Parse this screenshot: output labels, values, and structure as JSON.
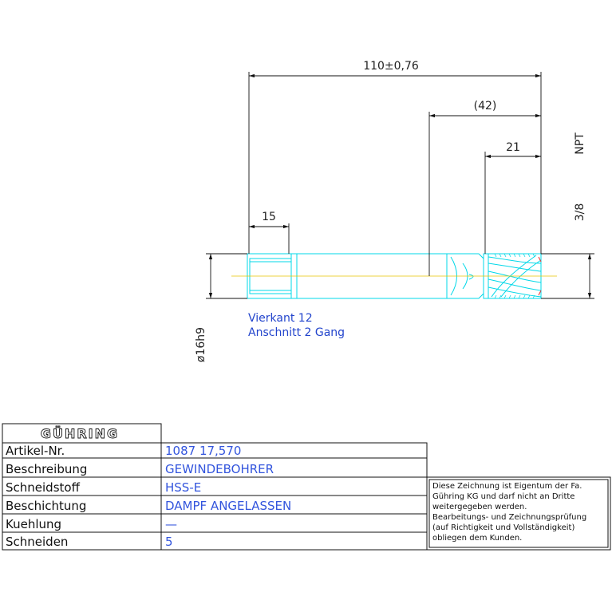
{
  "drawing": {
    "dimensions": {
      "overall_length": "110±0,76",
      "thread_section": "(42)",
      "chamfer_section": "21",
      "square_length": "15",
      "shank_diameter": "ø16h9",
      "thread_size": "3/8",
      "thread_type": "NPT"
    },
    "notes": {
      "line1": "Vierkant 12",
      "line2": "Anschnitt 2 Gang"
    }
  },
  "title_block": {
    "logo": "GÜHRING",
    "rows": [
      {
        "label": "Artikel-Nr.",
        "value": "1087 17,570"
      },
      {
        "label": "Beschreibung",
        "value": "GEWINDEBOHRER"
      },
      {
        "label": "Schneidstoff",
        "value": "HSS-E"
      },
      {
        "label": "Beschichtung",
        "value": "DAMPF ANGELASSEN"
      },
      {
        "label": "Kuehlung",
        "value": "—"
      },
      {
        "label": "Schneiden",
        "value": "5"
      }
    ],
    "disclaimer": [
      "Diese Zeichnung ist Eigentum der Fa.",
      "Gühring KG und darf nicht an Dritte",
      "weitergegeben werden.",
      "Bearbeitungs- und Zeichnungsprüfung",
      "(auf Richtigkeit und Vollständigkeit)",
      "obliegen dem Kunden."
    ]
  },
  "colors": {
    "tool_outline": "#00d8e8",
    "dimension_line": "#111111",
    "centerline": "#e8c400",
    "note_text": "#2244cc",
    "value_text": "#3355dd"
  }
}
